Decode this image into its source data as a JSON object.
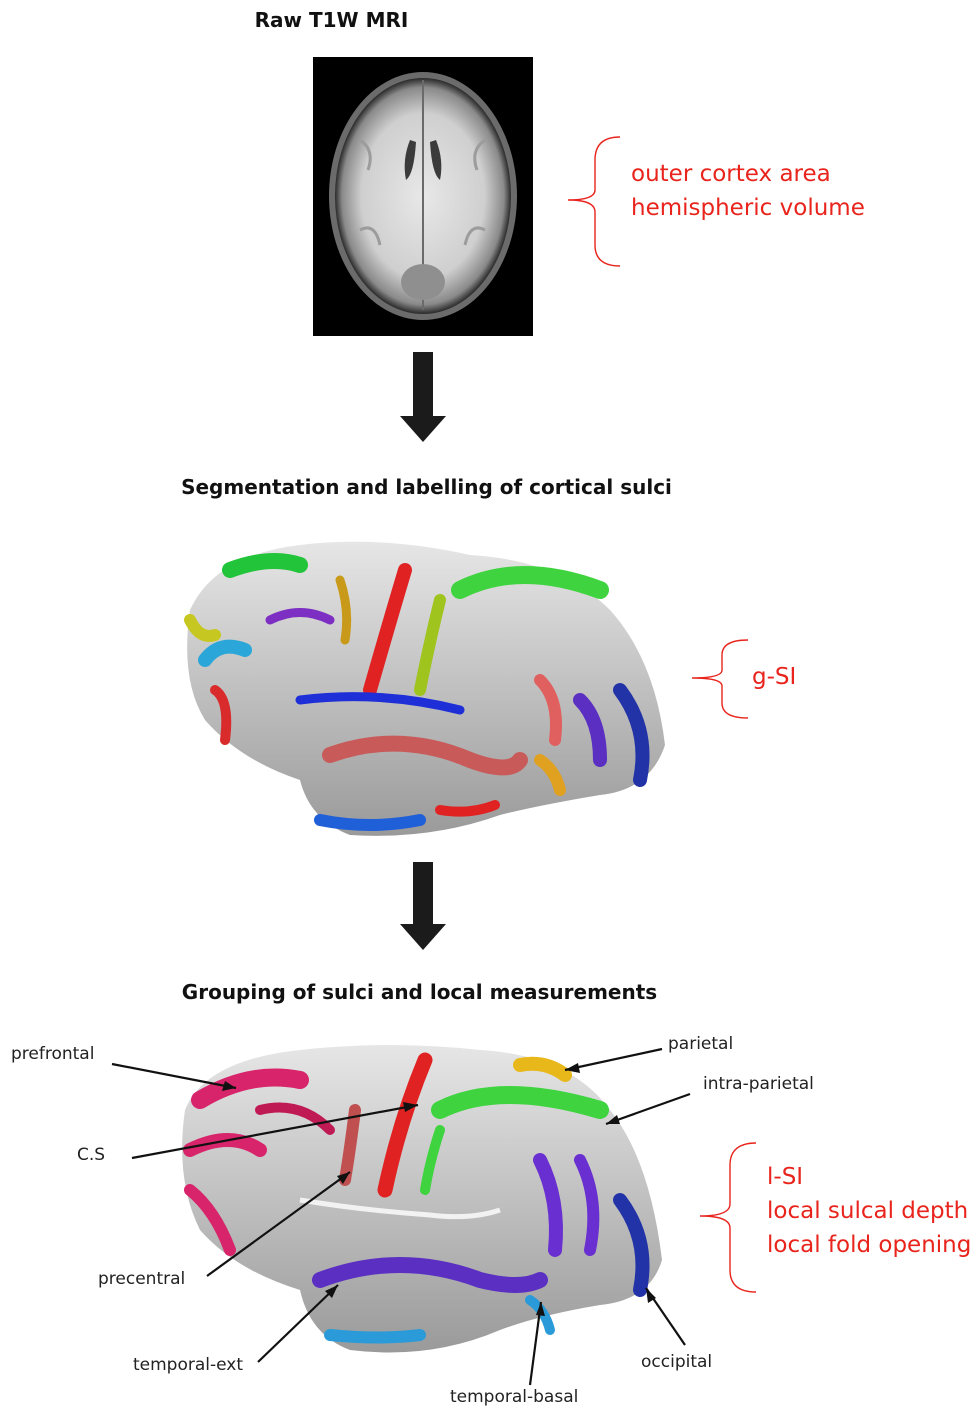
{
  "titles": {
    "mri": "Raw T1W MRI",
    "segmentation": "Segmentation and labelling of cortical sulci",
    "grouping": "Grouping of sulci and local measurements"
  },
  "measures": {
    "global": [
      "outer cortex area",
      "hemispheric volume"
    ],
    "gsi": "g-SI",
    "local": [
      "l-SI",
      "local sulcal depth",
      "local fold opening"
    ]
  },
  "regions": {
    "prefrontal": "prefrontal",
    "cs": "C.S",
    "precentral": "precentral",
    "temporal_ext": "temporal-ext",
    "temporal_basal": "temporal-basal",
    "occipital": "occipital",
    "parietal": "parietal",
    "intra_parietal": "intra-parietal"
  }
}
